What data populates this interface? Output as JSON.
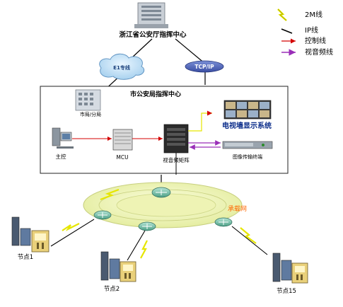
{
  "legend": {
    "items": [
      {
        "label": "2M线",
        "color": "#e6e600",
        "kind": "zigzag"
      },
      {
        "label": "IP线",
        "color": "#000000",
        "kind": "line"
      },
      {
        "label": "控制线",
        "color": "#d40000",
        "kind": "arrow"
      },
      {
        "label": "视音频线",
        "color": "#9a2fb8",
        "kind": "arrow"
      }
    ]
  },
  "hq": {
    "title": "浙江省公安厅指挥中心"
  },
  "links": {
    "e1_cloud": "E1专线",
    "tcpip": "TCP/IP"
  },
  "city": {
    "title": "市公安局指挥中心",
    "building_label": "市局/分局",
    "tv_wall": "电视墙显示系统",
    "devices": {
      "main_control": "主控",
      "mcu": "MCU",
      "av_matrix": "视音频矩阵",
      "image_terminal": "图像传输终端"
    }
  },
  "network": {
    "ring_label": "承载网"
  },
  "nodes": [
    {
      "label": "节点1"
    },
    {
      "label": "节点2"
    },
    {
      "label": "节点15"
    }
  ],
  "colors": {
    "ring_fill": "#f4f7c6",
    "ring_inner": "#eef3b4",
    "router": "#7fc7b0",
    "panel_border": "#222222",
    "link_2m": "#e6e600",
    "ring_label": "#ff6600",
    "tv_wall_text": "#0a2c8a"
  }
}
